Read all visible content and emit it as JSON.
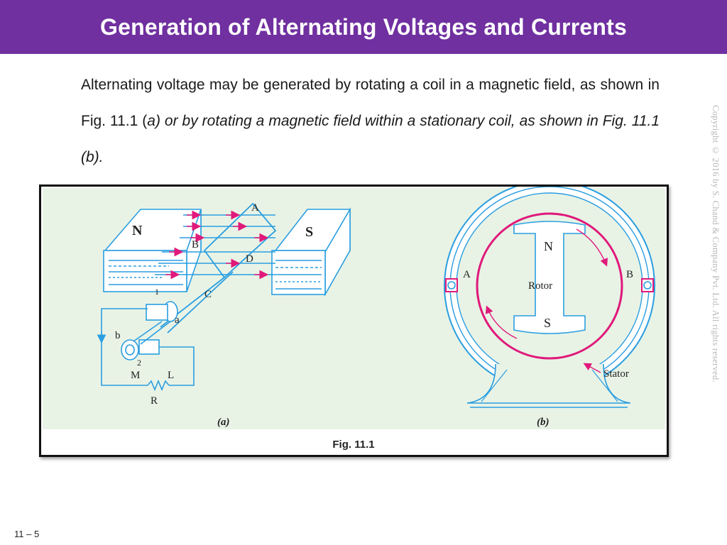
{
  "slide": {
    "title": "Generation of Alternating Voltages and Currents",
    "paragraph_1": "Alternating voltage may be generated by rotating a coil in a magnetic field, as shown in Fig. 11.1 (",
    "paragraph_a": "a",
    "paragraph_2": ") or by rotating a magnetic field within a stationary coil, as shown in Fig. 11.1 (b).",
    "copyright": "Copyright © 2016 by S. Chand & Company Pvt. Ltd. All rights reserved.",
    "page_number": "11 – 5"
  },
  "figure": {
    "caption": "Fig. 11.1",
    "panel_a": {
      "label": "(a)",
      "pole_n": "N",
      "pole_s": "S",
      "points": {
        "A": "A",
        "B": "B",
        "C": "C",
        "D": "D",
        "a": "a",
        "b": "b",
        "one": "1",
        "two": "2"
      },
      "circuit": {
        "M": "M",
        "L": "L",
        "R": "R"
      }
    },
    "panel_b": {
      "label": "(b)",
      "pole_n": "N",
      "pole_s": "S",
      "rotor": "Rotor",
      "stator": "Stator",
      "A": "A",
      "B": "B"
    },
    "colors": {
      "field": "#e8f3e6",
      "line": "#2a9ee0",
      "magenta": "#e0197a",
      "text": "#222222"
    }
  }
}
